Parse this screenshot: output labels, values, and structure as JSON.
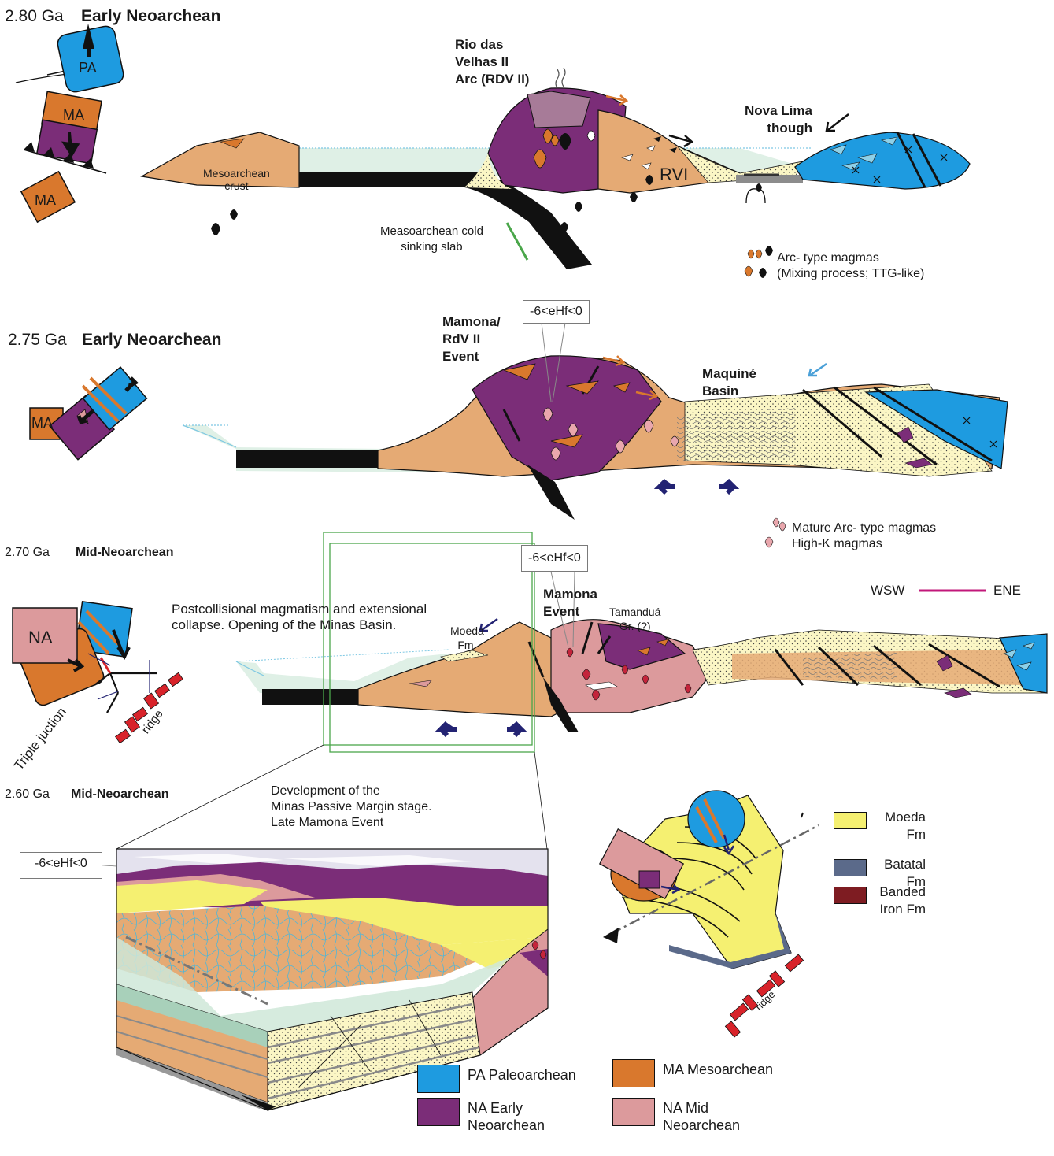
{
  "colors": {
    "paleoarchean": "#1e9be0",
    "mesoarchean": "#d9782d",
    "early_neoarchean": "#7b2d78",
    "mid_neoarchean": "#dc9a9c",
    "crust_tan": "#e5aa74",
    "sediment_cream": "#fbf6c5",
    "sea": "#dff0e6",
    "moeda": "#f5f071",
    "batatal": "#5b6a8a",
    "banded_iron": "#7e1c22",
    "ridge_red": "#d8232a",
    "arrow_navy": "#232373",
    "frame_green": "#4aa64a",
    "profile_magenta": "#c2187a"
  },
  "panel1": {
    "age": "2.80 Ga",
    "title": "Early Neoarchean",
    "block_pa": "PA",
    "block_ma_upper": "MA",
    "block_ma_lower": "MA",
    "arc_label": "Rio das\nVelhas II\nArc (RDV II)",
    "trough_label": "Nova Lima\nthough",
    "crust_label": "Mesoarchean\ncrust",
    "slab_label": "Measoarchean cold\nsinking slab",
    "rvi_label": "RVI",
    "magma_legend": "Arc- type magmas\n(Mixing process; TTG-like)"
  },
  "panel2": {
    "age": "2.75 Ga",
    "title": "Early Neoarchean",
    "block_ma": "MA",
    "hf_label": "-6<eHf<0",
    "event_label": "Mamona/\nRdV II\nEvent",
    "basin_label": "Maquiné\nBasin",
    "magma_legend": "Mature Arc- type magmas\nHigh-K magmas"
  },
  "panel3": {
    "age": "2.70 Ga",
    "title": "Mid-Neoarchean",
    "block_na": "NA",
    "hf_label": "-6<eHf<0",
    "event_label": "Mamona\nEvent",
    "tamandua_label": "Tamanduá\nGr. (?)",
    "moeda_label": "Moeda\nFm.",
    "collapse_text": "Postcollisional magmatism and extensional\ncollapse. Opening of the Minas Basin.",
    "profile_left": "WSW",
    "profile_right": "ENE",
    "triple_label": "Triple juction",
    "ridge_label": "ridge"
  },
  "panel4": {
    "age": "2.60 Ga",
    "title": "Mid-Neoarchean",
    "stage_text": "Development of the\nMinas Passive Margin stage.\nLate Mamona Event",
    "hf_label": "-6<eHf<0",
    "ridge_label": "ridge",
    "formations": [
      {
        "label": "Moeda\nFm",
        "color": "#f5f071"
      },
      {
        "label": "Batatal\nFm",
        "color": "#5b6a8a"
      },
      {
        "label": "Banded\nIron Fm",
        "color": "#7e1c22"
      }
    ]
  },
  "legend": [
    {
      "label": "PA Paleoarchean",
      "color": "#1e9be0"
    },
    {
      "label": "MA Mesoarchean",
      "color": "#d9782d"
    },
    {
      "label": "NA Early\nNeoarchean",
      "color": "#7b2d78"
    },
    {
      "label": "NA Mid\nNeoarchean",
      "color": "#dc9a9c"
    }
  ]
}
